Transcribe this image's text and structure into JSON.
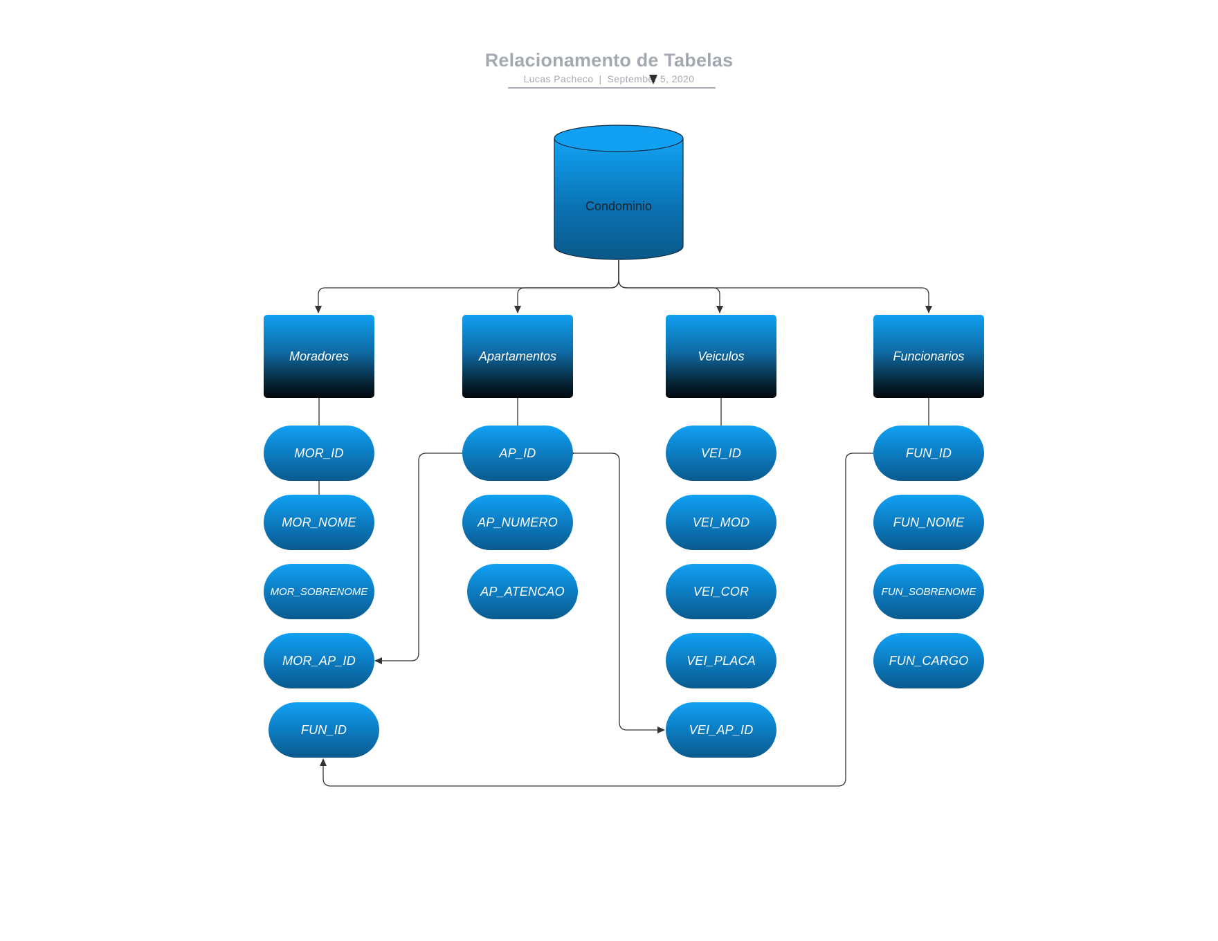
{
  "header": {
    "title": "Relacionamento de Tabelas",
    "author": "Lucas Pacheco",
    "date": "September 5, 2020"
  },
  "database": {
    "label": "Condominio"
  },
  "tables": {
    "moradores": {
      "label": "Moradores",
      "fields": [
        "MOR_ID",
        "MOR_NOME",
        "MOR_SOBRENOME",
        "MOR_AP_ID",
        "FUN_ID"
      ]
    },
    "apartamentos": {
      "label": "Apartamentos",
      "fields": [
        "AP_ID",
        "AP_NUMERO",
        "AP_ATENCAO"
      ]
    },
    "veiculos": {
      "label": "Veiculos",
      "fields": [
        "VEI_ID",
        "VEI_MOD",
        "VEI_COR",
        "VEI_PLACA",
        "VEI_AP_ID"
      ]
    },
    "funcionarios": {
      "label": "Funcionarios",
      "fields": [
        "FUN_ID",
        "FUN_NOME",
        "FUN_SOBRENOME",
        "FUN_CARGO"
      ]
    }
  },
  "colors": {
    "shape_top": "#11a0f2",
    "shape_bottom": "#0a5a8d",
    "entity_bottom": "#02080d",
    "connector": "#333333",
    "title_text": "#a4a9b1"
  }
}
